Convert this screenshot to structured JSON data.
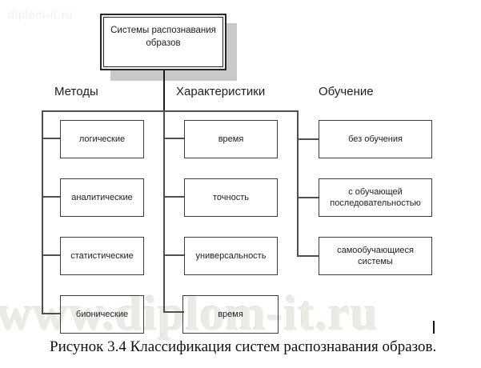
{
  "watermarks": {
    "top_left": "diplom-it.ru",
    "bottom": "www.diplom-it.ru"
  },
  "root": {
    "label": "Системы распознавания образов"
  },
  "columns": [
    {
      "header": "Методы",
      "items": [
        "логические",
        "аналитические",
        "статистические",
        "бионические"
      ]
    },
    {
      "header": "Характеристики",
      "items": [
        "время",
        "точность",
        "универсальность",
        "время"
      ]
    },
    {
      "header": "Обучение",
      "items": [
        "без обучения",
        "с обучающей последовательностью",
        "самообучающиеся системы"
      ]
    }
  ],
  "caption": "Рисунок 3.4 Классификация систем распознавания образов.",
  "colors": {
    "line": "#4f4f4f",
    "root_line": "#1c1c1c",
    "box_border": "#3e3e3e",
    "shadow": "#c9c9c9",
    "watermark": "#ebebe5"
  }
}
